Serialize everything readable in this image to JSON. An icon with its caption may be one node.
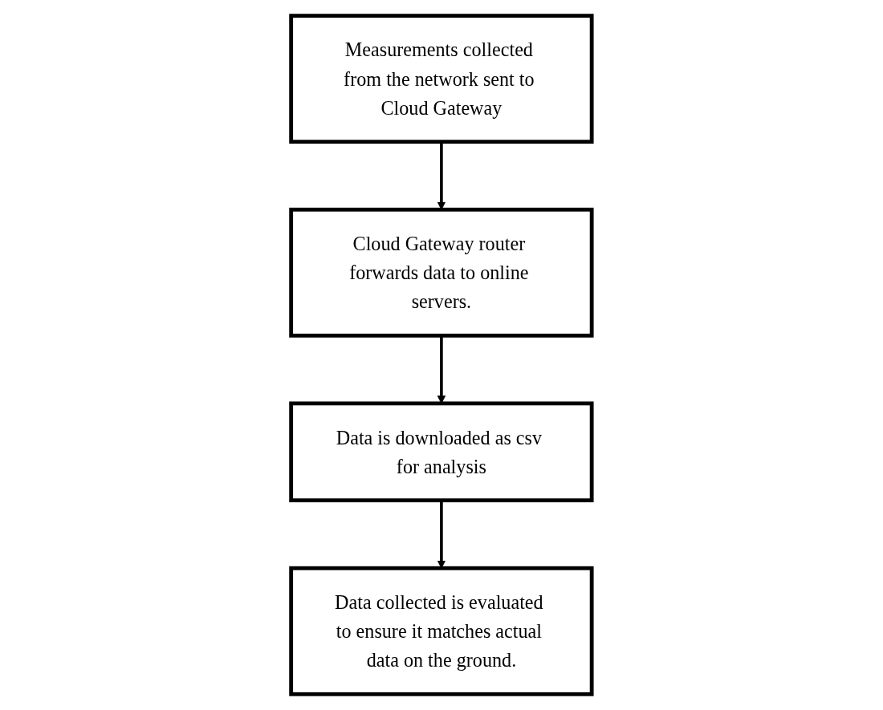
{
  "diagram": {
    "nodes": [
      {
        "text": [
          "Measurements collected from the network sent to Cloud Gateway"
        ]
      },
      {
        "text": [
          "Cloud Gateway router forwards data to online servers."
        ]
      },
      {
        "text": [
          "Data is downloaded as csv for analysis"
        ]
      },
      {
        "text": [
          "Data collected is evaluated to ensure it matches actual data on the ground."
        ]
      }
    ],
    "edges": [
      {
        "from": 0,
        "to": 1,
        "arrow": "to"
      },
      {
        "from": 1,
        "to": 2,
        "arrow": "to"
      },
      {
        "from": 2,
        "to": 3,
        "arrow": "to"
      }
    ]
  }
}
